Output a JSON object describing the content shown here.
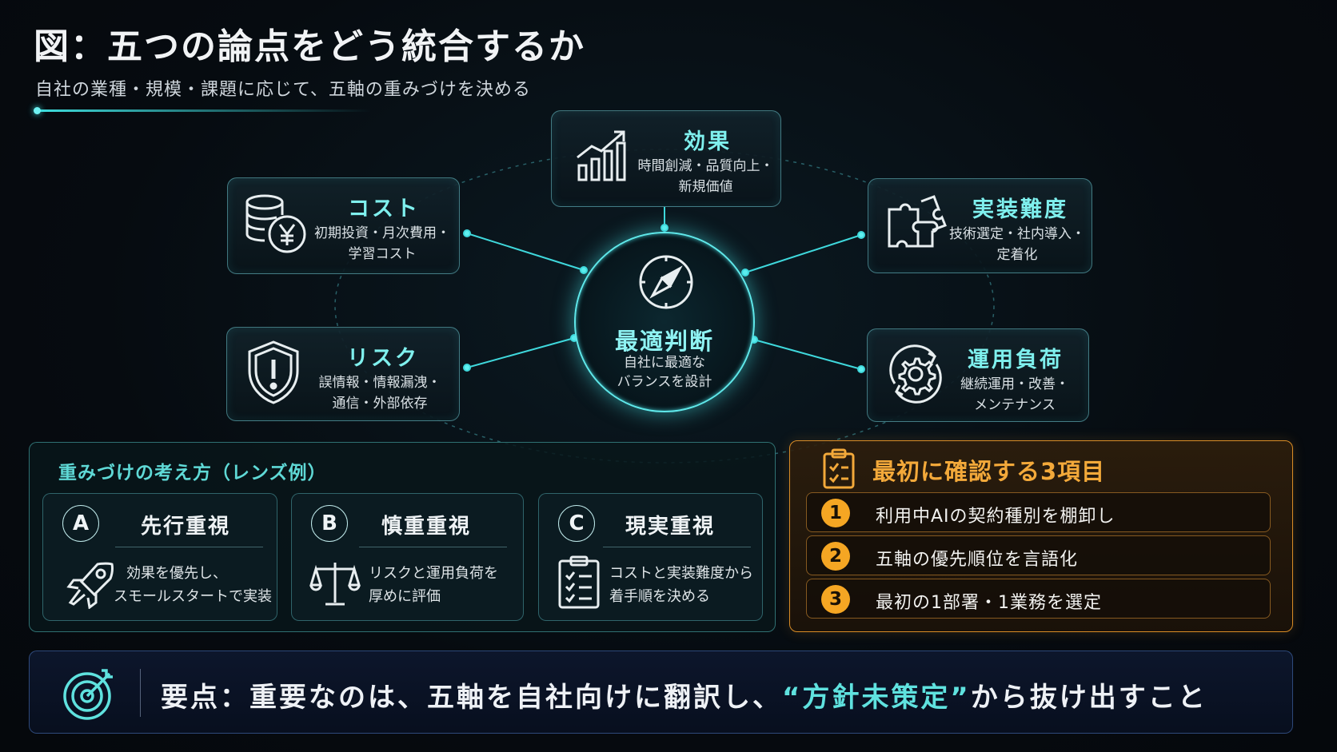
{
  "title": "図：五つの論点をどう統合するか",
  "subtitle": "自社の業種・規模・課題に応じて、五軸の重みづけを決める",
  "hub": {
    "title": "最適判断",
    "desc_line1": "自社に最適な",
    "desc_line2": "バランスを設計",
    "icon": "compass-icon"
  },
  "nodes": {
    "effect": {
      "title": "効果",
      "line1": "時間創減・品質向上・",
      "line2": "新規価値",
      "icon": "growth-chart-icon"
    },
    "cost": {
      "title": "コスト",
      "line1": "初期投資・月次費用・",
      "line2": "学習コスト",
      "icon": "coins-yen-icon"
    },
    "impl": {
      "title": "実装難度",
      "line1": "技術選定・社内導入・",
      "line2": "定着化",
      "icon": "puzzle-icon"
    },
    "risk": {
      "title": "リスク",
      "line1": "誤情報・情報漏洩・",
      "line2": "通信・外部依存",
      "icon": "shield-alert-icon"
    },
    "ops": {
      "title": "運用負荷",
      "line1": "継続運用・改善・",
      "line2": "メンテナンス",
      "icon": "gear-cycle-icon"
    }
  },
  "lens": {
    "heading": "重みづけの考え方（レンズ例）",
    "cards": [
      {
        "letter": "A",
        "title": "先行重視",
        "line1": "効果を優先し、",
        "line2": "スモールスタートで実装",
        "icon": "rocket-icon"
      },
      {
        "letter": "B",
        "title": "慎重重視",
        "line1": "リスクと運用負荷を",
        "line2": "厚めに評価",
        "icon": "scales-icon"
      },
      {
        "letter": "C",
        "title": "現実重視",
        "line1": "コストと実装難度から",
        "line2": "着手順を決める",
        "icon": "checklist-icon"
      }
    ]
  },
  "check": {
    "heading": "最初に確認する3項目",
    "icon": "clipboard-check-icon",
    "items": [
      {
        "num": "1",
        "text": "利用中AIの契約種別を棚卸し"
      },
      {
        "num": "2",
        "text": "五軸の優先順位を言語化"
      },
      {
        "num": "3",
        "text": "最初の1部署・1業務を選定"
      }
    ]
  },
  "takeaway": {
    "icon": "target-icon",
    "prefix": "要点：重要なのは、五軸を自社向けに翻訳し、",
    "emphasis": "“方針未策定”",
    "suffix": "から抜け出すこと"
  },
  "colors": {
    "accent_cyan": "#5fe8ea",
    "accent_orange": "#f5a623",
    "background": "#060b10"
  }
}
